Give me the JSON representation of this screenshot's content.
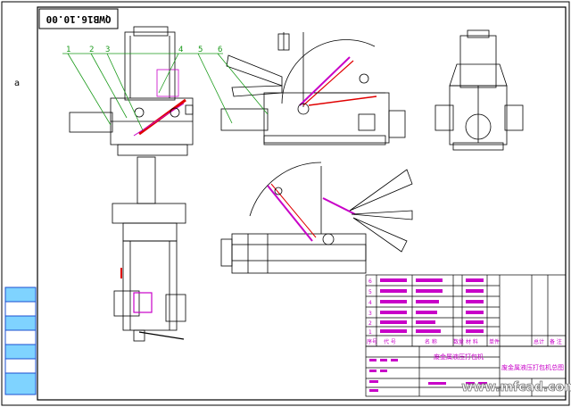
{
  "drawing": {
    "code_rotated": "QWB16.10.00",
    "side_mark": "a",
    "leader_numbers": [
      "1",
      "2",
      "3",
      "4",
      "5",
      "6"
    ],
    "watermark": "www.mfcad.com"
  },
  "title_block": {
    "item_nos": [
      "6",
      "5",
      "4",
      "3",
      "2",
      "1"
    ],
    "header_cols": [
      "序号",
      "代 号",
      "名 称",
      "数量",
      "材 料",
      "单件",
      "总计",
      "备 注"
    ],
    "title_main": "废金属液压打包机",
    "title_right": "废金属液压打包机总图"
  },
  "colors": {
    "line": "#000000",
    "hatch_red": "#e00000",
    "leader_green": "#1a9a1a",
    "magenta": "#c800c8",
    "blue": "#1b4fd0"
  }
}
